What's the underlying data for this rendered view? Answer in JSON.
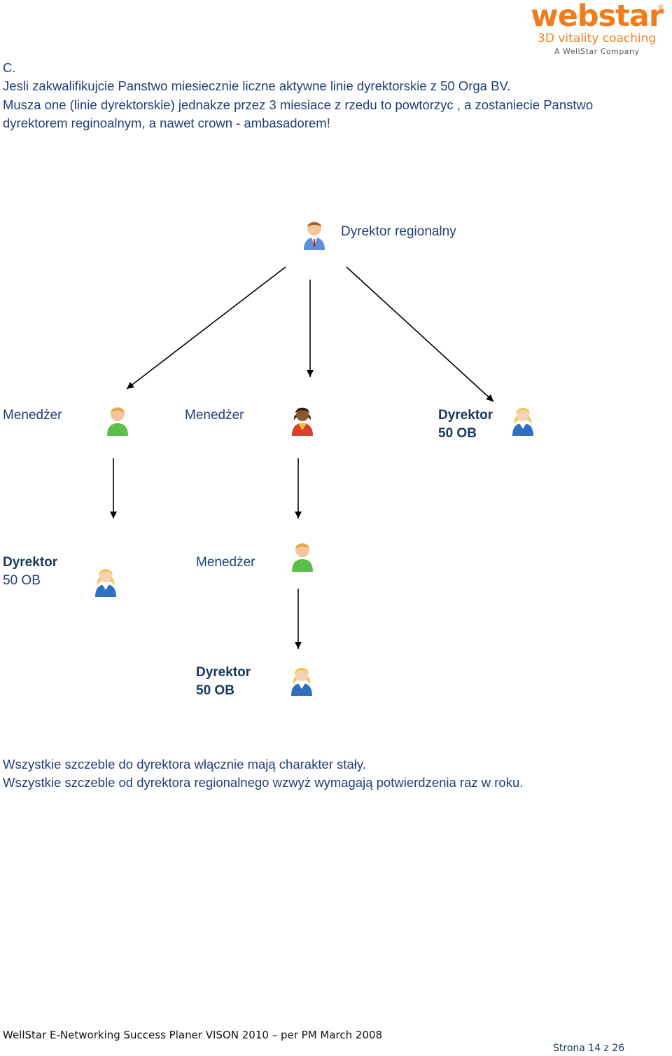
{
  "logo": {
    "brand": "webstar",
    "registered": "®",
    "tagline": "3D vitality coaching",
    "company": "A WellStar Company",
    "brand_color": "#f07d1a"
  },
  "intro": {
    "line1": "C.",
    "line2": "Jesli zakwalifikujcie Panstwo miesiecznie liczne aktywne linie dyrektorskie z 50 Orga BV.",
    "line3": "Musza one (linie dyrektorskie) jednakze przez 3 miesiace z rzedu to powtorzyc , a zostaniecie Panstwo",
    "line4": "dyrektorem reginoalnym, a nawet  crown - ambasadorem!"
  },
  "diagram": {
    "top": {
      "label": "Dyrektor regionalny",
      "icon": "businessman-icon"
    },
    "level2": [
      {
        "label": "Menedżer",
        "icon": "green-person-icon"
      },
      {
        "label": "Menedżer",
        "icon": "woman-dark-hair-icon"
      },
      {
        "label_line1": "Dyrektor",
        "label_line2": "50 OB",
        "icon": "blonde-woman-icon"
      }
    ],
    "level3": [
      {
        "label_line1": "Dyrektor",
        "label_line2": "50 OB",
        "icon": "blonde-woman-icon"
      },
      {
        "label": "Menedżer",
        "icon": "green-person-icon"
      }
    ],
    "level4": {
      "label_line1": "Dyrektor",
      "label_line2": "50 OB",
      "icon": "blonde-woman-icon"
    }
  },
  "outro": {
    "line1": "Wszystkie szczeble do dyrektora włącznie mają charakter stały.",
    "line2": "Wszystkie szczeble od dyrektora regionalnego wzwyż wymagają potwierdzenia raz w roku."
  },
  "footer": {
    "text": "WellStar E-Networking Success Planer VISON 2010 – per PM March 2008",
    "page": "Strona 14 z 26"
  }
}
